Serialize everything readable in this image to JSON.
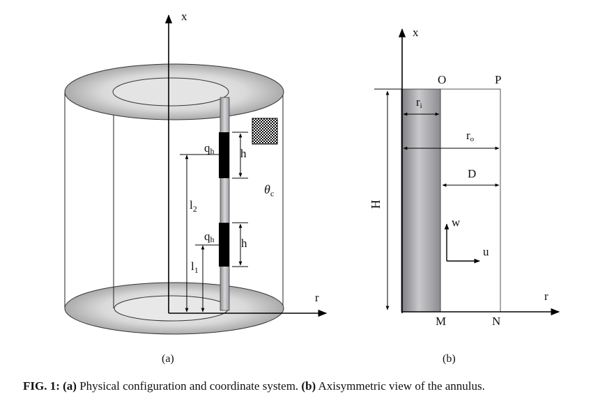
{
  "panel_a": {
    "axis_x": "x",
    "axis_r": "r",
    "heater_upper_flux": "q",
    "heater_upper_flux_sub": "h",
    "heater_lower_flux": "q",
    "heater_lower_flux_sub": "h",
    "heater_upper_height": "h",
    "heater_lower_height": "h",
    "l2": "l",
    "l2_sub": "2",
    "l1": "l",
    "l1_sub": "1",
    "theta": "θ",
    "theta_sub": "c",
    "sublabel": "(a)"
  },
  "panel_b": {
    "axis_x": "x",
    "axis_r": "r",
    "corner_o": "O",
    "corner_p": "P",
    "corner_m": "M",
    "corner_n": "N",
    "ri": "r",
    "ri_sub": "i",
    "ro": "r",
    "ro_sub": "o",
    "gap": "D",
    "height": "H",
    "vel_w": "w",
    "vel_u": "u",
    "sublabel": "(b)"
  },
  "caption": {
    "fig": "FIG. 1:",
    "part_a_label": "(a)",
    "part_a_text": "Physical configuration and coordinate system.",
    "part_b_label": "(b)",
    "part_b_text": "Axisymmetric view of the annulus."
  }
}
